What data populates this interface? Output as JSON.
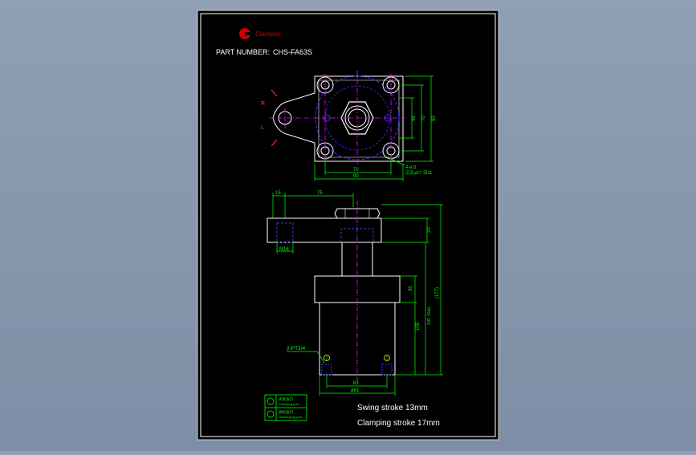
{
  "brand": {
    "logo_text": "Clampok"
  },
  "title": {
    "label": "PART NUMBER:",
    "part": "CHS-FA63S"
  },
  "top_view": {
    "dims": {
      "w70": "70",
      "w90": "90",
      "h48": "48",
      "h70": "70",
      "h90": "90"
    },
    "callouts": {
      "bolt": "4-ø11",
      "counterbore": "沉孔ø17 深11"
    },
    "rotation": {
      "right": "R",
      "left": "L"
    }
  },
  "front_view": {
    "dims": {
      "d15": "15",
      "d75": "75",
      "d23": "23",
      "d30": "30",
      "d105": "105",
      "d142": "142 (Sel)",
      "d177": "(177)",
      "d63": "63",
      "d81": "ø81"
    },
    "labels": {
      "port": "2-PT1/4",
      "thread": "M16"
    }
  },
  "legend": {
    "items": [
      {
        "cn": "夹紧油口",
        "en": "Clamping port"
      },
      {
        "cn": "放松油口",
        "en": "Unclamping port"
      }
    ]
  },
  "notes": {
    "swing": "Swing stroke 13mm",
    "clamping": "Clamping stroke 17mm"
  },
  "colors": {
    "background": "#8a9ab0",
    "sheet": "#000000",
    "outline": "#ffffff",
    "dimension": "#00ff00",
    "centerline": "#ff00ff",
    "hidden": "#3333ff",
    "cyan": "#00ffff",
    "logo_red": "#cc0000"
  }
}
